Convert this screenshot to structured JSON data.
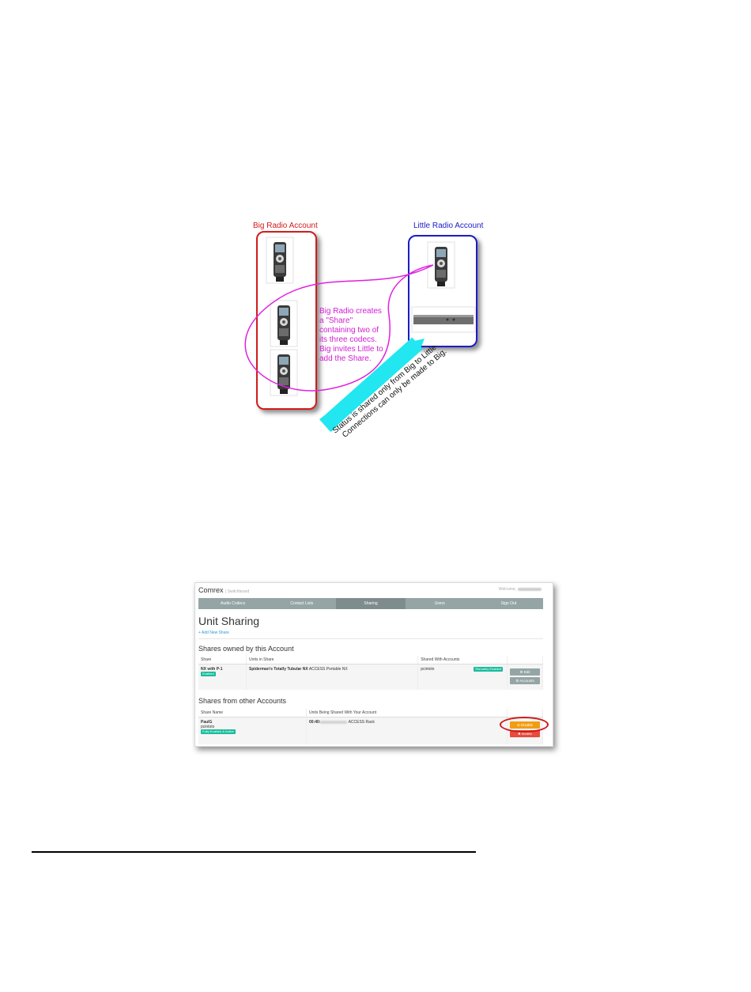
{
  "diagram": {
    "big_account_label": "Big Radio Account",
    "little_account_label": "Little Radio Account",
    "share_note": [
      "Big Radio creates",
      "a \"Share\"",
      "containing two of",
      "its three codecs.",
      "Big invites Little to",
      "add the Share."
    ],
    "status_note": [
      "Status is shared only from Big to Little",
      "Connections can only be made to Big."
    ],
    "colors": {
      "big": "#d11a1a",
      "little": "#1a1ac8",
      "share": "#e020e0",
      "arrow": "#22e6f0"
    }
  },
  "app": {
    "brand": "Comrex",
    "brand_sub": "| Switchboard",
    "welcome": "Welcome,",
    "nav": [
      "Audio Codecs",
      "Contact Lists",
      "Sharing",
      "Users",
      "Sign Out"
    ],
    "active_nav": "Sharing",
    "page_title": "Unit Sharing",
    "add_link": "Add New Share",
    "owned": {
      "title": "Shares owned by this Account",
      "headers": [
        "Share",
        "Units in Share",
        "Shared With Accounts"
      ],
      "row": {
        "share": "NX with P-1",
        "share_badge": "Enabled",
        "unit_bold": "Spiderman's Totally Tubular NX",
        "unit_model": "ACCESS Portable NX",
        "account": "pcintolo",
        "account_badge": "Remotely Enabled",
        "edit": "Edit",
        "accounts": "Accounts"
      }
    },
    "other": {
      "title": "Shares from other Accounts",
      "headers": [
        "Share Name",
        "Units Being Shared With Your Account"
      ],
      "row": {
        "share_name": "PaulG",
        "owner": "pcintolo",
        "badge": "Fully Enabled & Active",
        "unit_prefix": "00:40:",
        "unit_model": "ACCESS Rack",
        "disable": "Disable",
        "delete": "Delete"
      }
    }
  }
}
